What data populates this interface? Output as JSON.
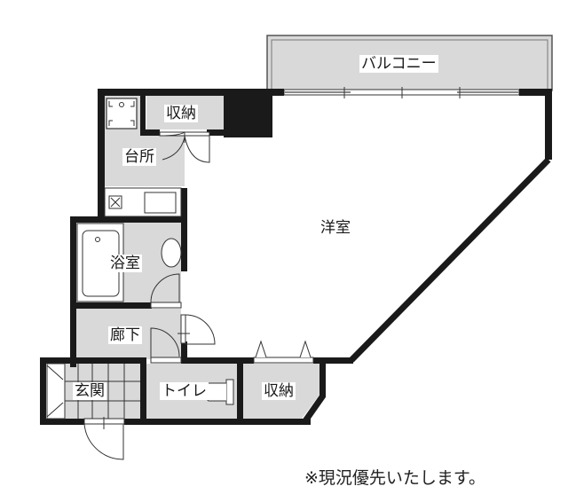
{
  "floor_plan": {
    "rooms": [
      {
        "id": "balcony",
        "label": "バルコニー"
      },
      {
        "id": "storage_top",
        "label": "収納"
      },
      {
        "id": "kitchen",
        "label": "台所"
      },
      {
        "id": "western_room",
        "label": "洋室"
      },
      {
        "id": "bathroom",
        "label": "浴室"
      },
      {
        "id": "hallway",
        "label": "廊下"
      },
      {
        "id": "entrance",
        "label": "玄関"
      },
      {
        "id": "toilet",
        "label": "トイレ"
      },
      {
        "id": "storage_bottom",
        "label": "収納"
      }
    ],
    "note": "※現況優先いたします。",
    "colors": {
      "wall": "#1a1a1a",
      "shaded_floor": "#d9d9d9",
      "background": "#ffffff"
    }
  }
}
